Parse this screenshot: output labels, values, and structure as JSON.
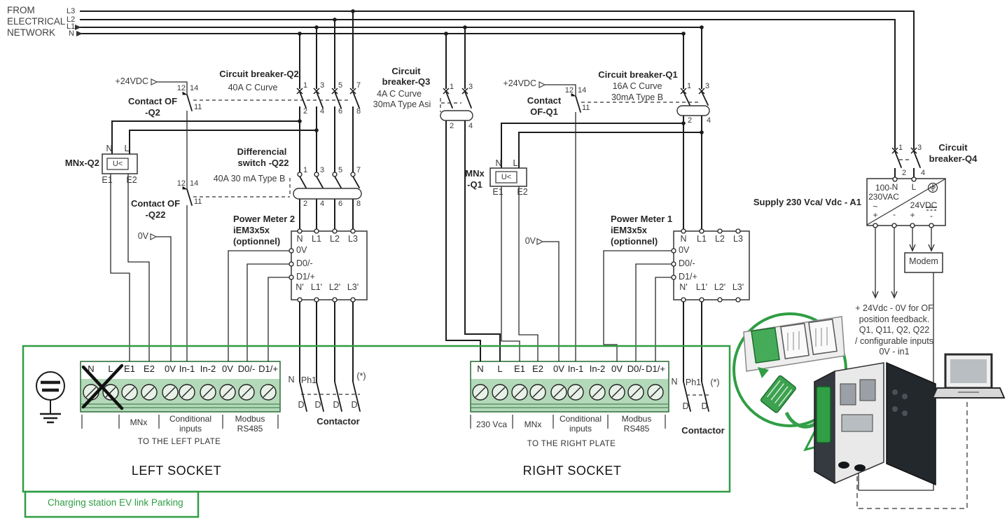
{
  "header": {
    "from": "FROM",
    "electrical": "ELECTRICAL",
    "network": "NETWORK"
  },
  "buses": {
    "l3": "L3",
    "l2": "L2",
    "l1": "L1",
    "n": "N"
  },
  "q2": {
    "title": "Circuit breaker-Q2",
    "rating": "40A  C Curve",
    "p1": "1",
    "p3": "3",
    "p5": "5",
    "p7": "7",
    "p2": "2",
    "p4": "4",
    "p6": "6",
    "p8": "8"
  },
  "of_q2": {
    "supply": "+24VDC",
    "t12": "12",
    "t14": "14",
    "t11": "11",
    "line1": "Contact OF",
    "line2": "-Q2"
  },
  "mnx_q2": {
    "name": "MNx-Q2",
    "u": "U<",
    "n": "N",
    "l": "L",
    "e1": "E1",
    "e2": "E2"
  },
  "of_q22": {
    "t12": "12",
    "t14": "14",
    "t11": "11",
    "line1": "Contact OF",
    "line2": "-Q22"
  },
  "q22": {
    "line1": "Differencial",
    "line2": "switch -Q22",
    "rating": "40A 30 mA Type B",
    "p1": "1",
    "p3": "3",
    "p5": "5",
    "p7": "7",
    "p2": "2",
    "p4": "4",
    "p6": "6",
    "p8": "8"
  },
  "ov_left": "0V",
  "pm2": {
    "line1": "Power Meter 2",
    "line2": "iEM3x5x",
    "line3": "(optionnel)",
    "n": "N",
    "l1": "L1",
    "l2": "L2",
    "l3": "L3",
    "ov": "0V",
    "d0": "D0/-",
    "d1": "D1/+",
    "n2": "N'",
    "l12": "L1'",
    "l22": "L2'",
    "l32": "L3'"
  },
  "q3": {
    "line1": "Circuit",
    "line2": "breaker-Q3",
    "rating1": "4A  C Curve",
    "rating2": "30mA Type Asi",
    "p1": "1",
    "p3": "3",
    "p2": "2",
    "p4": "4"
  },
  "of_q1": {
    "supply": "+24VDC",
    "t12": "12",
    "t14": "14",
    "t11": "11",
    "line1": "Contact",
    "line2": "OF-Q1"
  },
  "mnx_q1": {
    "line1": "MNx",
    "line2": "-Q1",
    "u": "U<",
    "n": "N",
    "l": "L",
    "e1": "E1",
    "e2": "E2"
  },
  "q1": {
    "title": "Circuit breaker-Q1",
    "rating1": "16A  C Curve",
    "rating2": "30mA Type B",
    "p1": "1",
    "p3": "3",
    "p2": "2",
    "p4": "4"
  },
  "ov_right": "0V",
  "pm1": {
    "line1": "Power Meter 1",
    "line2": "iEM3x5x",
    "line3": "(optionnel)",
    "n": "N",
    "l1": "L1",
    "l2": "L2",
    "l3": "L3",
    "ov": "0V",
    "d0": "D0/-",
    "d1": "D1/+",
    "n2": "N'",
    "l12": "L1'",
    "l22": "L2'",
    "l32": "L3'"
  },
  "q4": {
    "line1": "Circuit",
    "line2": "breaker-Q4",
    "p1": "1",
    "p3": "3",
    "p2": "2",
    "p4": "4"
  },
  "supply_a1": {
    "label": "Supply 230 Vca/ Vdc - A1",
    "in1": "100-",
    "in2": "230VAC",
    "out": "24VDC",
    "n": "N",
    "l": "L",
    "ac": "~",
    "acp": "+",
    "acm": "-",
    "dcp": "+",
    "dcm": "-"
  },
  "modem": {
    "label": "Modem"
  },
  "note": {
    "l1": "+ 24Vdc - 0V for OF",
    "l2": "position feedback.",
    "l3": "Q1, Q11, Q2, Q22",
    "l4": "/ configurable inputs",
    "l5": "0V - in1"
  },
  "left_socket": {
    "terminals": [
      "N",
      "L",
      "E1",
      "E2",
      "0V",
      "In-1",
      "In-2",
      "0V",
      "D0/-",
      "D1/+"
    ],
    "group_mnx": "MNx",
    "group_cond1": "Conditional",
    "group_cond2": "inputs",
    "group_mod1": "Modbus",
    "group_mod2": "RS485",
    "plate": "TO THE LEFT PLATE",
    "title": "LEFT SOCKET"
  },
  "right_socket": {
    "terminals": [
      "N",
      "L",
      "E1",
      "E2",
      "0V",
      "In-1",
      "In-2",
      "0V",
      "D0/-",
      "D1/+"
    ],
    "group_vca": "230 Vca",
    "group_mnx": "MNx",
    "group_cond1": "Conditional",
    "group_cond2": "inputs",
    "group_mod1": "Modbus",
    "group_mod2": "RS485",
    "plate": "TO THE RIGHT PLATE",
    "title": "RIGHT SOCKET"
  },
  "contactor_left": {
    "n": "N",
    "ph1": "Ph1",
    "star": "(*)",
    "d1": "D",
    "d2": "D",
    "d3": "D",
    "d4": "D",
    "label": "Contactor"
  },
  "contactor_right": {
    "n": "N",
    "ph1": "Ph1",
    "star": "(*)",
    "d1": "D",
    "d2": "D",
    "label": "Contactor"
  },
  "station": {
    "label": "Charging station EV link Parking"
  },
  "colors": {
    "green": "#2f9e44"
  }
}
